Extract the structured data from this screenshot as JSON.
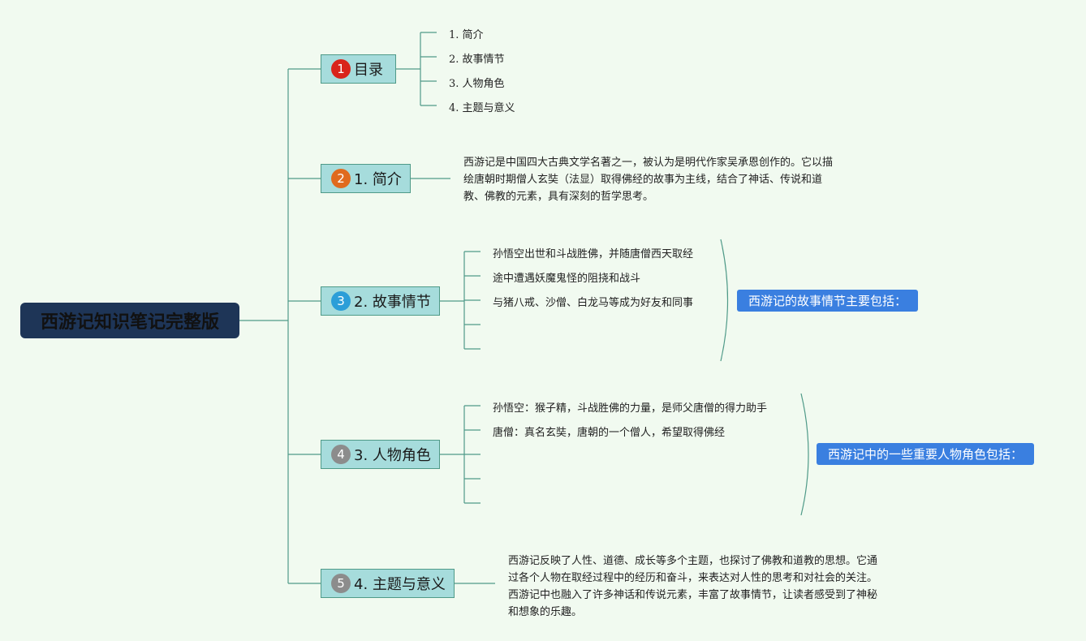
{
  "root": {
    "title": "西游记知识笔记完整版"
  },
  "branches": [
    {
      "badge": "1",
      "label": "目录",
      "badge_color": "#d9241b",
      "items": [
        "1. 简介",
        "2. 故事情节",
        "3. 人物角色",
        "4. 主题与意义"
      ]
    },
    {
      "badge": "2",
      "label": "1. 简介",
      "badge_color": "#e06a1e",
      "text": [
        "西游记是中国四大古典文学名著之一，被认为是明代作家吴承恩创作的。它以描",
        "绘唐朝时期僧人玄奘（法显）取得佛经的故事为主线，结合了神话、传说和道",
        "教、佛教的元素，具有深刻的哲学思考。"
      ]
    },
    {
      "badge": "3",
      "label": "2. 故事情节",
      "badge_color": "#2c9ed8",
      "items": [
        "孙悟空出世和斗战胜佛，并随唐僧西天取经",
        "途中遭遇妖魔鬼怪的阻挠和战斗",
        "与猪八戒、沙僧、白龙马等成为好友和同事",
        "",
        ""
      ],
      "summary": "西游记的故事情节主要包括："
    },
    {
      "badge": "4",
      "label": "3. 人物角色",
      "badge_color": "#8c8c8c",
      "items": [
        "孙悟空：猴子精，斗战胜佛的力量，是师父唐僧的得力助手",
        "唐僧：真名玄奘，唐朝的一个僧人，希望取得佛经",
        "",
        "",
        ""
      ],
      "summary": "西游记中的一些重要人物角色包括："
    },
    {
      "badge": "5",
      "label": "4. 主题与意义",
      "badge_color": "#8c8c8c",
      "text": [
        "西游记反映了人性、道德、成长等多个主题，也探讨了佛教和道教的思想。它通",
        "过各个人物在取经过程中的经历和奋斗，来表达对人性的思考和对社会的关注。",
        "西游记中也融入了许多神话和传说元素，丰富了故事情节，让读者感受到了神秘",
        "和想象的乐趣。"
      ]
    }
  ],
  "colors": {
    "background": "#f1faf0",
    "line": "#4f9a88",
    "root_bg": "#1e3557",
    "branch_bg": "#a6dcdc",
    "summary_bg": "#3a7fe0"
  }
}
